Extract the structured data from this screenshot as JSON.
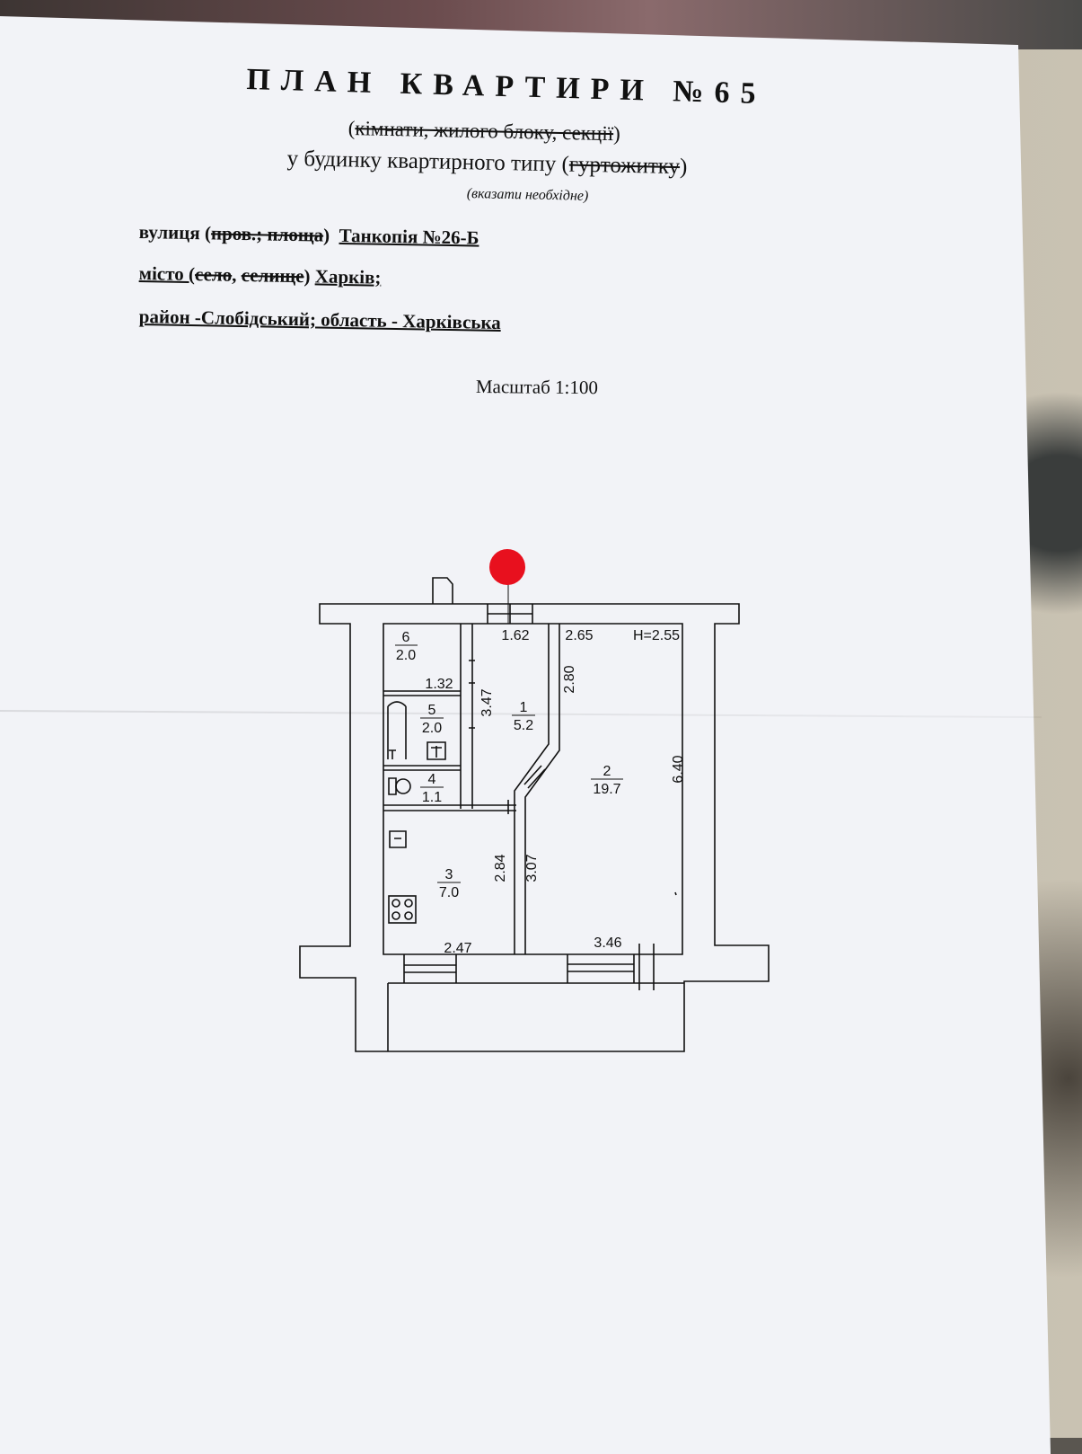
{
  "header": {
    "title": "ПЛАН КВАРТИРИ №65",
    "struck_options": "кімнати, жилого блоку, секції",
    "house_line_prefix": "у будинку квартирного типу (",
    "house_line_struck": "гуртожитку",
    "house_line_suffix": ")",
    "hint": "(вказати необхідне)"
  },
  "address": {
    "street_label": "вулиця (",
    "street_struck": "пров.; площа",
    "street_close": ")",
    "street_value": "Танкопія №26-Б",
    "city_label": "місто (",
    "city_struck_1": "село",
    "city_sep": ", ",
    "city_struck_2": "селище",
    "city_close": ")",
    "city_value": "Харків;",
    "region_line": "район -Слобідський; область - Харківська"
  },
  "scale_text": "Масштаб 1:100",
  "floor_plan": {
    "height_label": "H=2.55",
    "rooms": [
      {
        "number": "1",
        "area": "5.2"
      },
      {
        "number": "2",
        "area": "19.7"
      },
      {
        "number": "3",
        "area": "7.0"
      },
      {
        "number": "4",
        "area": "1.1"
      },
      {
        "number": "5",
        "area": "2.0"
      },
      {
        "number": "6",
        "area": "2.0"
      }
    ],
    "dimensions": {
      "d162": "1.62",
      "d265": "2.65",
      "d132": "1.32",
      "d347": "3.47",
      "d280": "2.80",
      "d640": "6.40",
      "d284": "2.84",
      "d307": "3.07",
      "d247": "2.47",
      "d346": "3.46"
    },
    "marker_color": "#e8101e"
  }
}
